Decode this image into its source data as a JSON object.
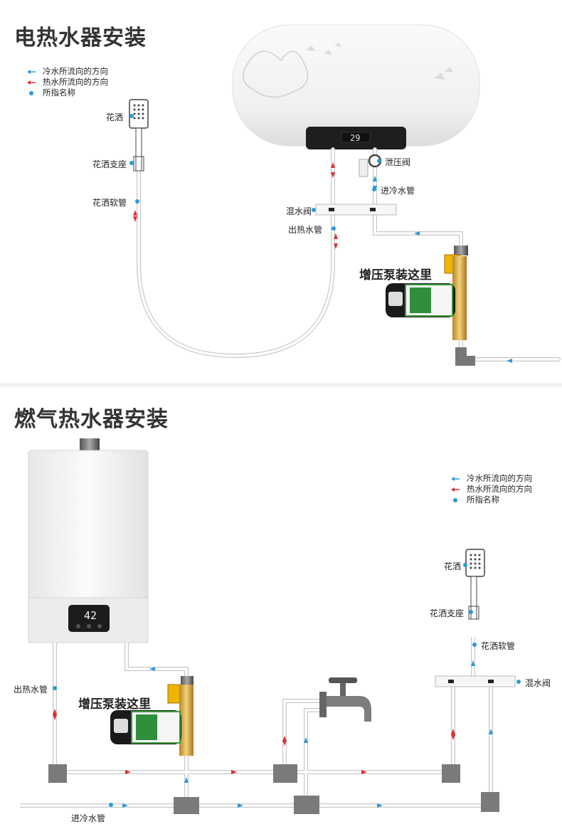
{
  "electric": {
    "title": "电热水器安装",
    "legend": {
      "cold": "冷水所流向的方向",
      "hot": "热水所流向的方向",
      "name": "所指名称"
    },
    "labels": {
      "shower": "花洒",
      "shower_holder": "花洒支座",
      "shower_hose": "花洒软管",
      "relief_valve": "泄压阀",
      "cold_inlet": "进冷水管",
      "mixing_valve": "混水阀",
      "hot_outlet": "出热水管",
      "pump_here": "增压泵装这里"
    },
    "display_value": "29"
  },
  "gas": {
    "title": "燃气热水器安装",
    "legend": {
      "cold": "冷水所流向的方向",
      "hot": "热水所流向的方向",
      "name": "所指名称"
    },
    "labels": {
      "shower": "花洒",
      "shower_holder": "花洒支座",
      "shower_hose": "花洒软管",
      "mixing_valve": "混水阀",
      "hot_outlet": "出热水管",
      "pump_here": "增压泵装这里",
      "cold_inlet": "进冷水管"
    },
    "display_value": "42"
  },
  "colors": {
    "cold_arrow": "#2a9ad8",
    "hot_arrow": "#e03030",
    "name_dot": "#2a9ad8",
    "pipe": "#c8c8c8"
  }
}
